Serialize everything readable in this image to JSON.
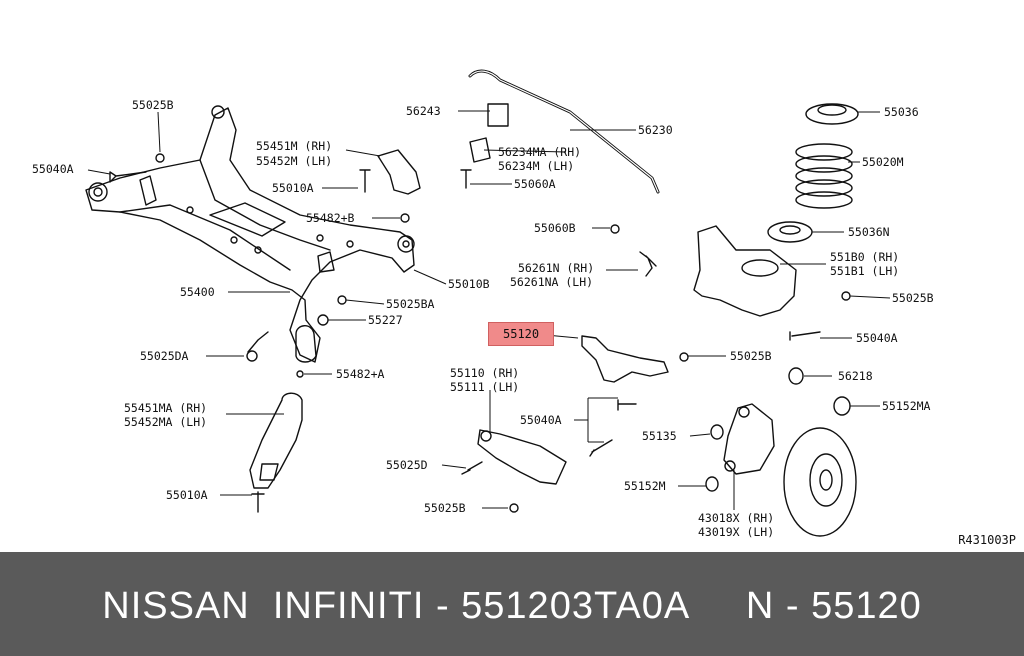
{
  "diagram": {
    "reference_code": "R431003P",
    "highlighted_part": "55120",
    "labels": {
      "p55025B_a": "55025B",
      "p55040A_a": "55040A",
      "p55451M": "55451M (RH)",
      "p55452M": "55452M (LH)",
      "p55010A_a": "55010A",
      "p55482B": "55482+B",
      "p55010B": "55010B",
      "p55400": "55400",
      "p55025BA": "55025BA",
      "p55227": "55227",
      "p55025DA": "55025DA",
      "p55482A": "55482+A",
      "p55451MA": "55451MA (RH)",
      "p55452MA": "55452MA (LH)",
      "p55010A_b": "55010A",
      "p56243": "56243",
      "p56230": "56230",
      "p56234MA": "56234MA (RH)",
      "p56234M": "56234M (LH)",
      "p55060A": "55060A",
      "p55060B": "55060B",
      "p56261N": "56261N (RH)",
      "p56261NA": "56261NA (LH)",
      "p55120": "55120",
      "p55110": "55110 (RH)",
      "p55111": "55111 (LH)",
      "p55040A_b": "55040A",
      "p55025D": "55025D",
      "p55025B_b": "55025B",
      "p55036": "55036",
      "p55020M": "55020M",
      "p55036N": "55036N",
      "p551B0": "551B0 (RH)",
      "p551B1": "551B1 (LH)",
      "p55025B_c": "55025B",
      "p55040A_c": "55040A",
      "p55025B_d": "55025B",
      "p56218": "56218",
      "p55152MA": "55152MA",
      "p55135": "55135",
      "p55152M": "55152M",
      "p43018X": "43018X (RH)",
      "p43019X": "43019X (LH)"
    }
  },
  "footer": {
    "text": "NISSAN  INFINITI - 551203TA0A     N - 55120"
  }
}
